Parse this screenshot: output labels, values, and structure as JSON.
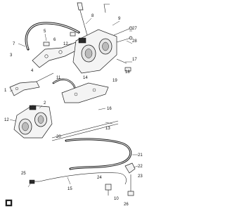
{
  "diagram": {
    "callouts": [
      "1",
      "2",
      "3",
      "4",
      "5",
      "6",
      "7",
      "8",
      "9",
      "10",
      "11",
      "12",
      "13",
      "14",
      "15",
      "16",
      "17",
      "18",
      "19",
      "20",
      "21",
      "22",
      "23",
      "24",
      "25",
      "26",
      "27",
      "28"
    ]
  },
  "colors": {
    "line": "#222222",
    "hose": "#1a1a1a",
    "background": "#ffffff"
  },
  "icons": {
    "bottom_left_badge": "stamp-icon"
  }
}
